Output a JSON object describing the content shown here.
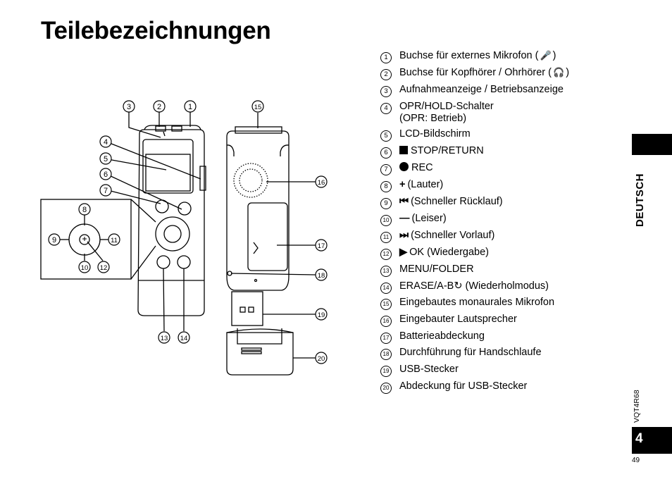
{
  "page": {
    "title": "Teilebezeichnungen",
    "language_tab": "DEUTSCH",
    "doc_code": "VQT4R68",
    "page_number": "4",
    "footer_number": "49",
    "colors": {
      "text": "#000000",
      "background": "#ffffff",
      "tab": "#000000"
    }
  },
  "parts": [
    {
      "num": "1",
      "pre": "Buchse für externes Mikrofon (",
      "icon": "mic-icon",
      "post": ")"
    },
    {
      "num": "2",
      "pre": "Buchse für Kopfhörer / Ohrhörer (",
      "icon": "headphones-icon",
      "post": ")"
    },
    {
      "num": "3",
      "text": "Aufnahmeanzeige / Betriebsanzeige"
    },
    {
      "num": "4",
      "text": "OPR/HOLD-Schalter",
      "sub": "(OPR: Betrieb)"
    },
    {
      "num": "5",
      "text": "LCD-Bildschirm"
    },
    {
      "num": "6",
      "symbol": "square",
      "text": "STOP/RETURN"
    },
    {
      "num": "7",
      "symbol": "dot",
      "text": "REC"
    },
    {
      "num": "8",
      "symbol": "plus",
      "glyph": "+",
      "text": "(Lauter)"
    },
    {
      "num": "9",
      "symbol": "glyph",
      "glyph": "⏮",
      "text": "(Schneller Rücklauf)"
    },
    {
      "num": "10",
      "symbol": "minus",
      "glyph": "—",
      "text": "(Leiser)"
    },
    {
      "num": "11",
      "symbol": "glyph",
      "glyph": "⏭",
      "text": "(Schneller Vorlauf)"
    },
    {
      "num": "12",
      "symbol": "glyph",
      "glyph": "▶",
      "text": "OK (Wiedergabe)"
    },
    {
      "num": "13",
      "text": "MENU/FOLDER"
    },
    {
      "num": "14",
      "text": "ERASE/A-B↻ (Wiederholmodus)"
    },
    {
      "num": "15",
      "text": "Eingebautes monaurales Mikrofon"
    },
    {
      "num": "16",
      "text": "Eingebauter Lautsprecher"
    },
    {
      "num": "17",
      "text": "Batterieabdeckung"
    },
    {
      "num": "18",
      "text": "Durchführung für Handschlaufe"
    },
    {
      "num": "19",
      "text": "USB-Stecker"
    },
    {
      "num": "20",
      "text": "Abdeckung für USB-Stecker"
    }
  ],
  "figure_callouts": {
    "c1": "1",
    "c2": "2",
    "c3": "3",
    "c4": "4",
    "c5": "5",
    "c6": "6",
    "c7": "7",
    "c8": "8",
    "c9": "9",
    "c10": "10",
    "c11": "11",
    "c12": "12",
    "c13": "13",
    "c14": "14",
    "c15": "15",
    "c16": "16",
    "c17": "17",
    "c18": "18",
    "c19": "19",
    "c20": "20"
  }
}
